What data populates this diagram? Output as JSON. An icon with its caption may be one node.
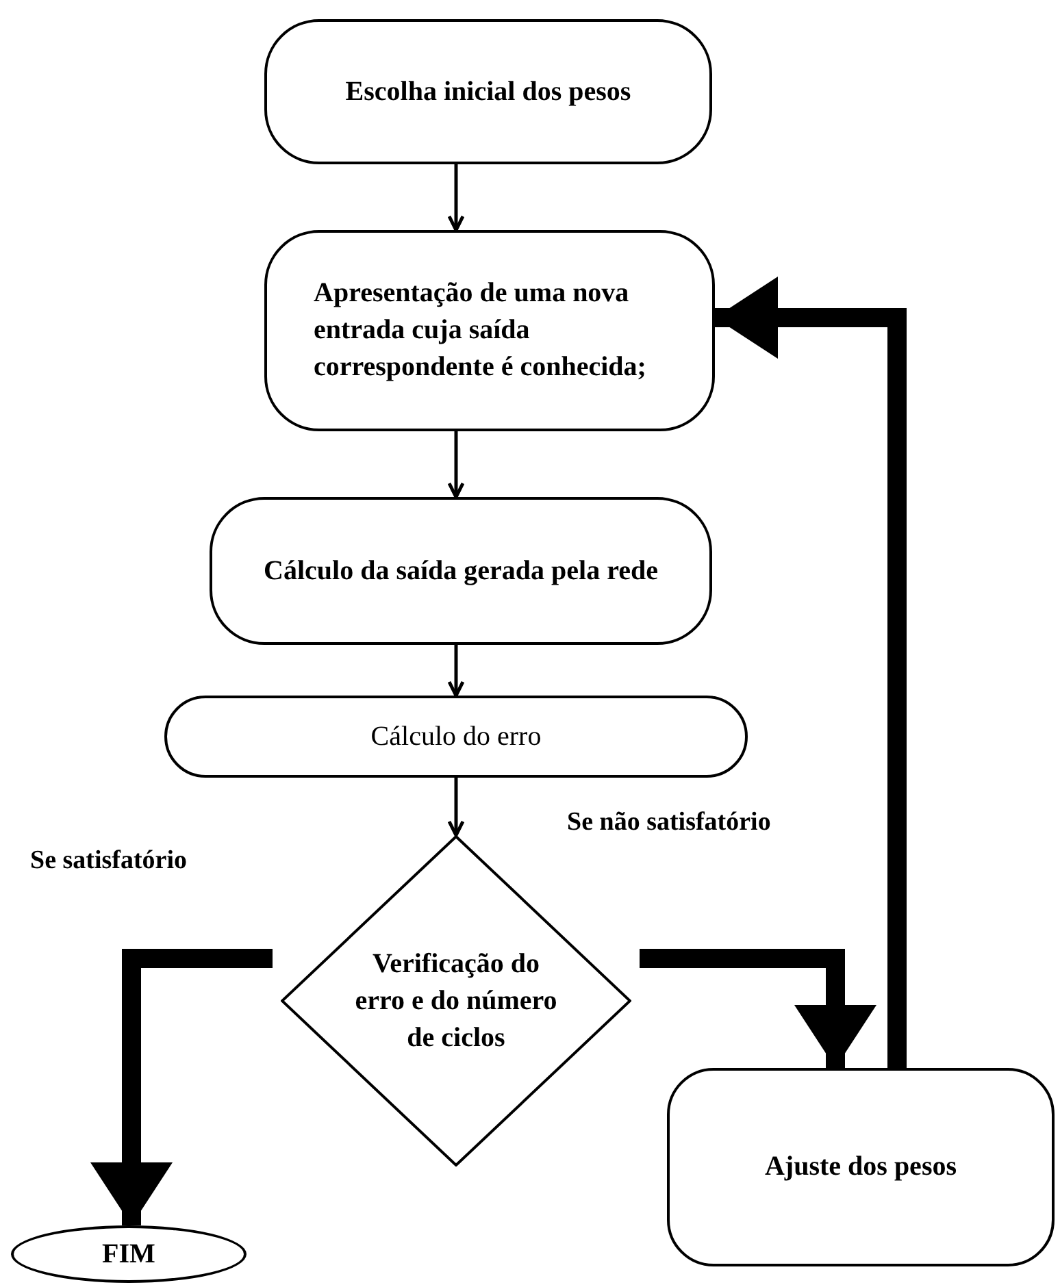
{
  "diagram": {
    "nodes": [
      {
        "text": [
          "Escolha inicial dos pesos"
        ]
      },
      {
        "text": [
          "Apresentação de uma nova entrada cuja saída correspondente é conhecida;"
        ]
      },
      {
        "text": [
          "Cálculo da saída gerada pela rede"
        ]
      },
      {
        "text": [
          "Cálculo do erro"
        ]
      },
      {
        "text": [
          "Verificação do erro e do número de ciclos"
        ]
      },
      {
        "text": [
          "FIM"
        ]
      },
      {
        "text": [
          "Ajuste dos pesos"
        ]
      }
    ],
    "edges": [
      {
        "from": 0,
        "to": 1,
        "arrow": "to"
      },
      {
        "from": 1,
        "to": 2,
        "arrow": "to"
      },
      {
        "from": 2,
        "to": 3,
        "arrow": "to"
      },
      {
        "from": 3,
        "to": 4,
        "arrow": "to"
      },
      {
        "from": 4,
        "to": 5,
        "arrow": "to",
        "label": "Se satisfatório",
        "style": "thick"
      },
      {
        "from": 4,
        "to": 6,
        "arrow": "to",
        "label": "Se não satisfatório",
        "style": "thick"
      },
      {
        "from": 6,
        "to": 1,
        "arrow": "to",
        "style": "thick"
      }
    ]
  }
}
